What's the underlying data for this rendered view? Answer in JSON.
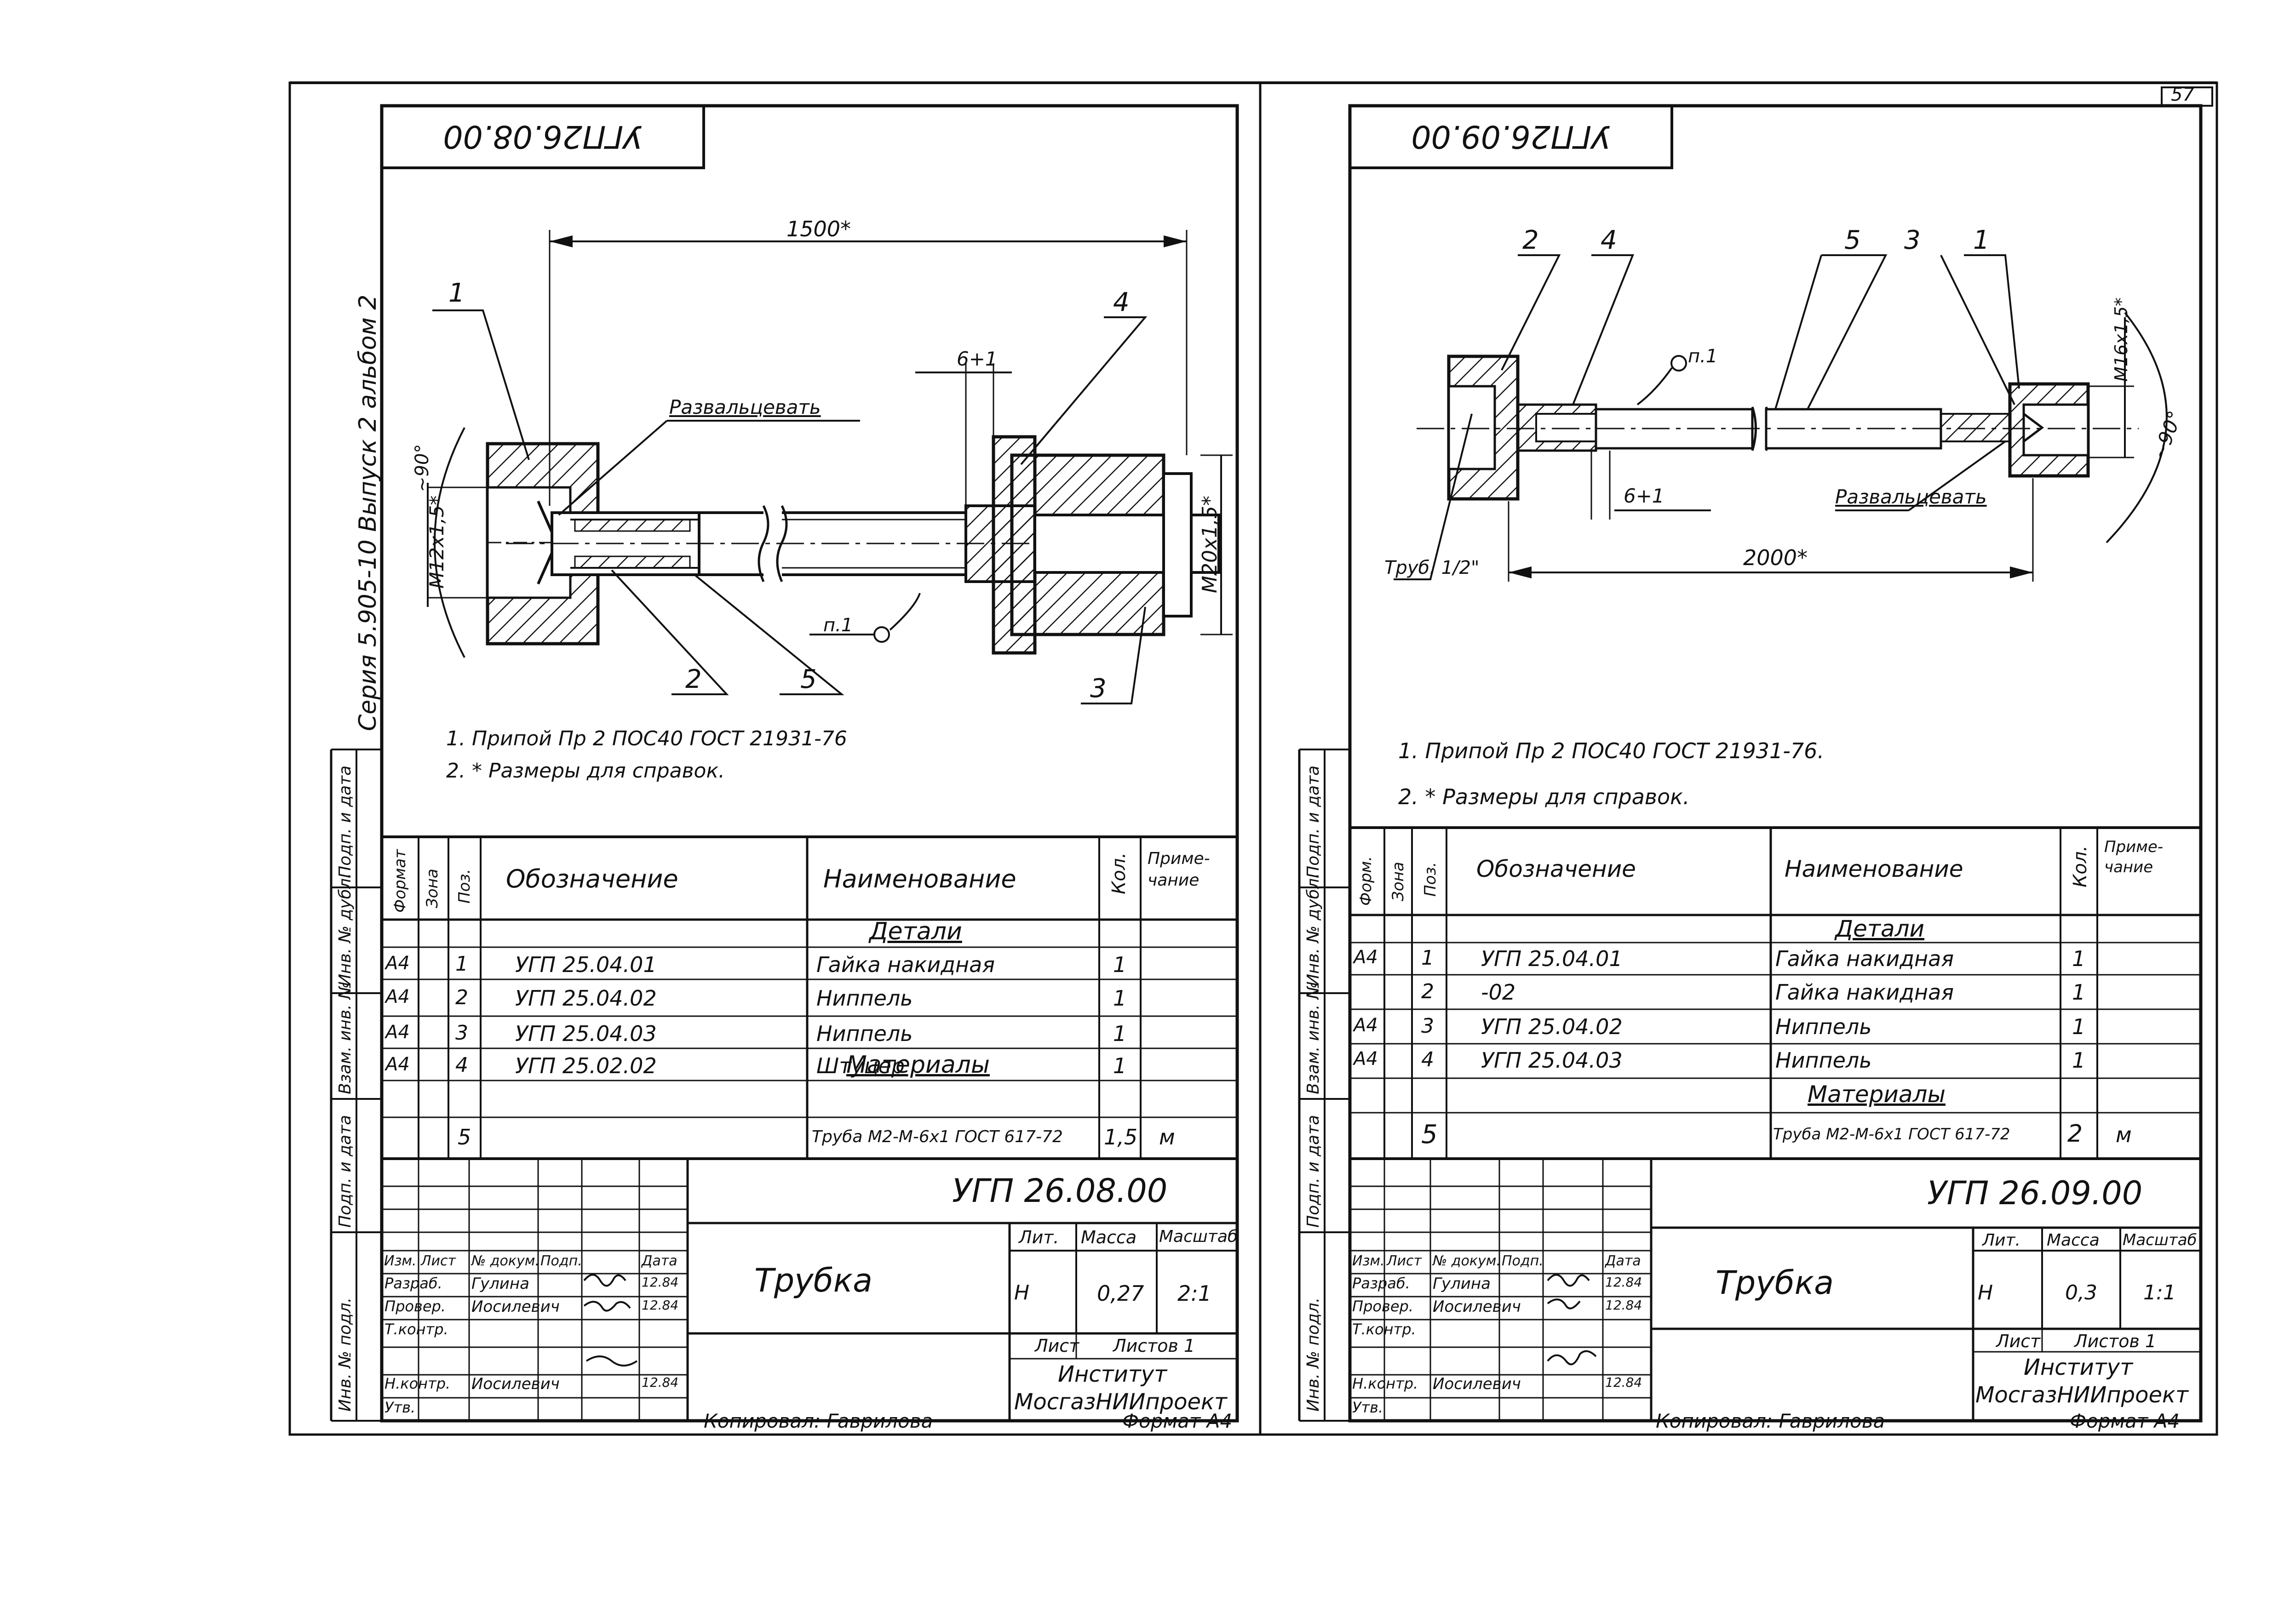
{
  "page_number": "57",
  "left": {
    "stamp": "УГП26.08.00",
    "series_text": "Серия 5.905-10 Выпуск 2 альбом 2",
    "dims": {
      "length": "1500*",
      "gap": "6+1",
      "thread_left": "M12x1,5*",
      "thread_right": "M20x1,5*",
      "angle": "~90°"
    },
    "callouts": [
      "1",
      "4",
      "2",
      "5",
      "3"
    ],
    "flare_note": "Развальцевать",
    "note_ref": "п.1",
    "notes": [
      "1. Припой  Пр 2 ПОС40  ГОСТ 21931-76",
      "2. * Размеры для справок."
    ],
    "side_labels": [
      "Подп. и дата",
      "Инв. № дубл.",
      "Взам. инв. №",
      "Подп. и дата",
      "Инв. № подл."
    ],
    "spec_header": {
      "format": "Формат",
      "zone": "Зона",
      "pos": "Поз.",
      "designation": "Обозначение",
      "name": "Наименование",
      "qty": "Кол.",
      "note": "Приме-чание"
    },
    "spec_section_details": "Детали",
    "spec_section_materials": "Материалы",
    "spec_rows": [
      {
        "format": "А4",
        "pos": "1",
        "designation": "УГП 25.04.01",
        "name": "Гайка накидная",
        "qty": "1",
        "note": ""
      },
      {
        "format": "А4",
        "pos": "2",
        "designation": "УГП 25.04.02",
        "name": "Ниппель",
        "qty": "1",
        "note": ""
      },
      {
        "format": "А4",
        "pos": "3",
        "designation": "УГП 25.04.03",
        "name": "Ниппель",
        "qty": "1",
        "note": ""
      },
      {
        "format": "А4",
        "pos": "4",
        "designation": "УГП 25.02.02",
        "name": "Штуцер",
        "qty": "1",
        "note": ""
      }
    ],
    "material_row": {
      "pos": "5",
      "name": "Труба М2-М-6х1 ГОСТ 617-72",
      "qty": "1,5",
      "note": "м"
    },
    "title_block": {
      "doc_number": "УГП 26.08.00",
      "title": "Трубка",
      "col_labels": [
        "Изм.",
        "Лист",
        "№ докум.",
        "Подп.",
        "Дата"
      ],
      "roles": [
        "Разраб.",
        "Провер.",
        "Т.контр.",
        "",
        "Н.контр.",
        "Утв."
      ],
      "names": [
        "Гулина",
        "Иосилевич",
        "",
        "",
        "Иосилевич",
        ""
      ],
      "dates": [
        "12.84",
        "12.84",
        "",
        "",
        "12.84",
        ""
      ],
      "lit_label": "Лит.",
      "mass_label": "Масса",
      "scale_label": "Масштаб",
      "lit": "Н",
      "mass": "0,27",
      "scale": "2:1",
      "sheet_label": "Лист",
      "sheets_label": "Листов 1",
      "org_line1": "Институт",
      "org_line2": "МосгазНИИпроект"
    },
    "copied_by": "Копировал: Гаврилова",
    "format_label": "Формат А4"
  },
  "right": {
    "stamp": "УГП26.09.00",
    "dims": {
      "length": "2000*",
      "gap": "6+1",
      "thread": "M16x1,5*",
      "angle": "~90°",
      "pipe": "Труб. 1/2\""
    },
    "callouts": [
      "2",
      "4",
      "5",
      "3",
      "1"
    ],
    "flare_note": "Развальцевать",
    "note_ref": "п.1",
    "notes": [
      "1. Припой  Пр 2  ПОС40  ГОСТ 21931-76.",
      "2. * Размеры  для  справок."
    ],
    "side_labels": [
      "Подп. и дата",
      "Инв. № дубл.",
      "Взам. инв. №",
      "Подп. и дата",
      "Инв. № подл."
    ],
    "spec_header": {
      "format": "Форм.",
      "zone": "Зона",
      "pos": "Поз.",
      "designation": "Обозначение",
      "name": "Наименование",
      "qty": "Кол.",
      "note": "Приме-чание"
    },
    "spec_section_details": "Детали",
    "spec_section_materials": "Материалы",
    "spec_rows": [
      {
        "format": "А4",
        "pos": "1",
        "designation": "УГП 25.04.01",
        "name": "Гайка накидная",
        "qty": "1",
        "note": ""
      },
      {
        "format": "",
        "pos": "2",
        "designation": "-02",
        "name": "Гайка накидная",
        "qty": "1",
        "note": ""
      },
      {
        "format": "А4",
        "pos": "3",
        "designation": "УГП 25.04.02",
        "name": "Ниппель",
        "qty": "1",
        "note": ""
      },
      {
        "format": "А4",
        "pos": "4",
        "designation": "УГП 25.04.03",
        "name": "Ниппель",
        "qty": "1",
        "note": ""
      }
    ],
    "material_row": {
      "pos": "5",
      "name": "Труба М2-М-6х1 ГОСТ 617-72",
      "qty": "2",
      "note": "м"
    },
    "title_block": {
      "doc_number": "УГП 26.09.00",
      "title": "Трубка",
      "col_labels": [
        "Изм.",
        "Лист",
        "№ докум.",
        "Подп.",
        "Дата"
      ],
      "roles": [
        "Разраб.",
        "Провер.",
        "Т.контр.",
        "",
        "Н.контр.",
        "Утв."
      ],
      "names": [
        "Гулина",
        "Иосилевич",
        "",
        "",
        "Иосилевич",
        ""
      ],
      "dates": [
        "12.84",
        "12.84",
        "",
        "",
        "12.84",
        ""
      ],
      "lit_label": "Лит.",
      "mass_label": "Масса",
      "scale_label": "Масштаб",
      "lit": "Н",
      "mass": "0,3",
      "scale": "1:1",
      "sheet_label": "Лист",
      "sheets_label": "Листов 1",
      "org_line1": "Институт",
      "org_line2": "МосгазНИИпроект"
    },
    "copied_by": "Копировал: Гаврилова",
    "format_label": "Формат А4"
  }
}
